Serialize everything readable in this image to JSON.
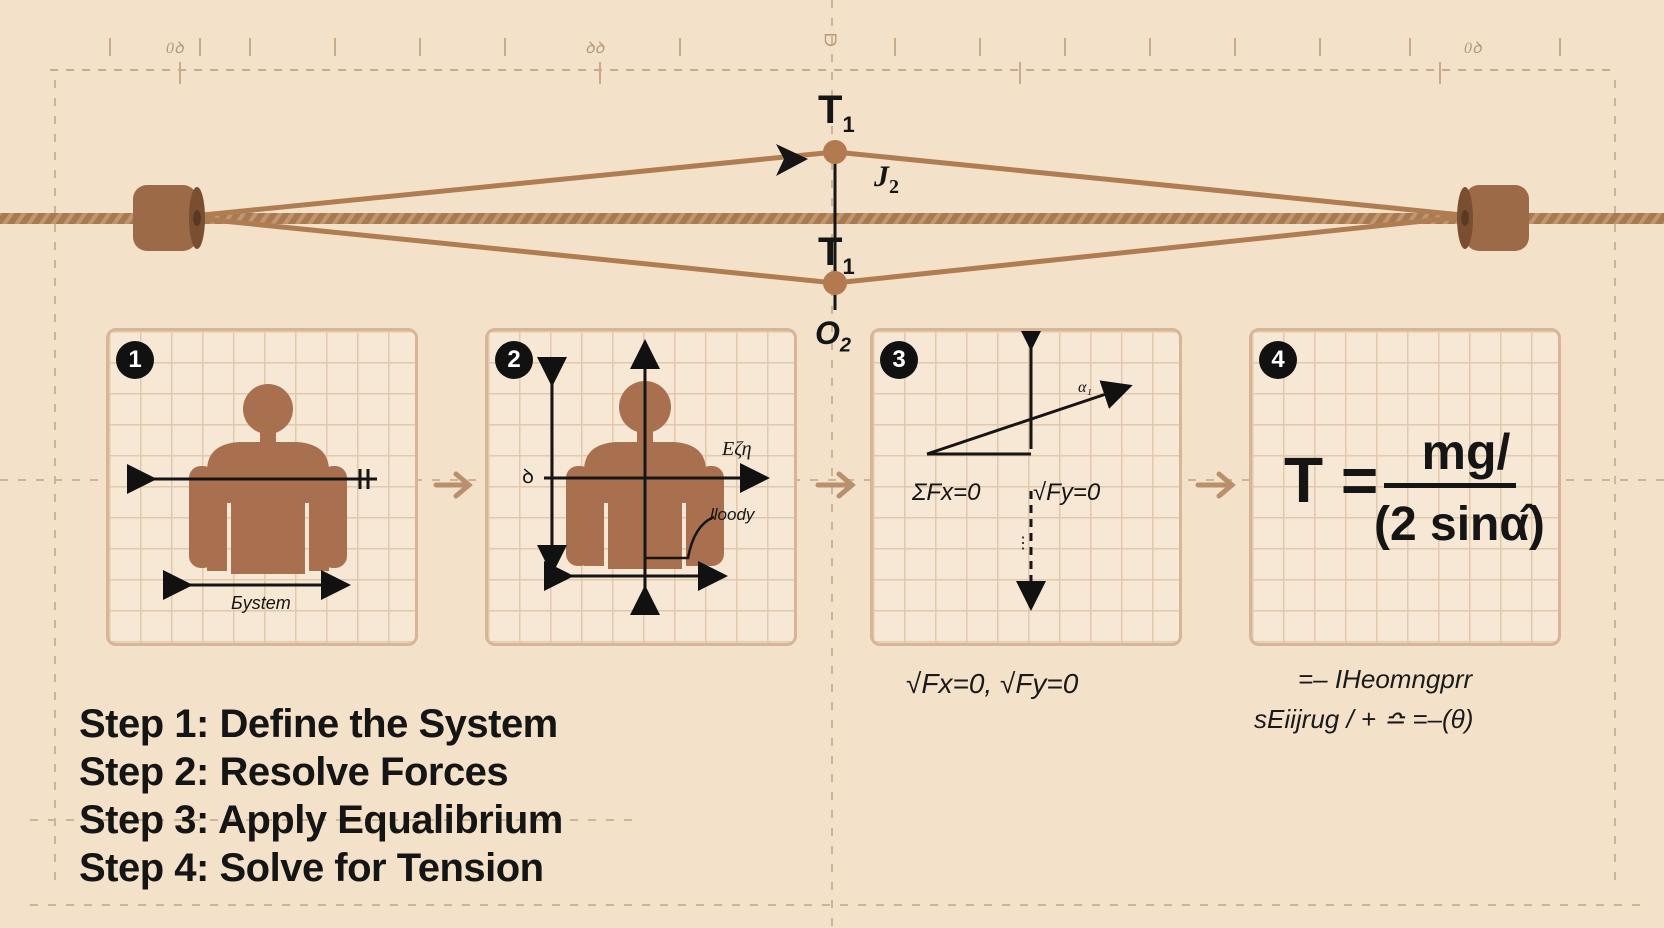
{
  "ruler": {
    "labels": [
      "0ꝺ",
      "ꝺꝺ",
      "ᗜ",
      "0ꝺ"
    ]
  },
  "rope_diagram": {
    "label_t1_top": "T",
    "label_t1_top_sub": "1",
    "label_t2": "J",
    "label_t2_sub": "2",
    "label_t1_bottom": "T",
    "label_t1_bottom_sub": "1",
    "label_o2": "O",
    "label_o2_sub": "2"
  },
  "panels": [
    {
      "number": "1",
      "label": "Бystem"
    },
    {
      "number": "2",
      "label_left": "ꝺ",
      "label_right": "Eζη",
      "label_body": "lloody"
    },
    {
      "number": "3",
      "vector_label": "α₁",
      "eq_x": "ΣFx=0",
      "eq_y": "√Fy=0",
      "mark": "⋮"
    },
    {
      "number": "4",
      "lhs": "T =",
      "numerator": "mg/",
      "denominator": "(2 sinα̂)"
    }
  ],
  "captions": {
    "panel3": "√Fx=0, √Fy=0",
    "panel4_line1": "=– IHeomngprr",
    "panel4_line2": "sΕiijrug / + ≏ =–(θ)"
  },
  "steps": [
    "Step 1: Define the System",
    "Step 2: Resolve Forces",
    "Step 3: Apply Equalibrium",
    "Step 4: Solve for Tension"
  ],
  "colors": {
    "background": "#f3e2c9",
    "rope": "#a87a52",
    "body": "#a8704f",
    "bead": "#b27a4e",
    "ink": "#151515",
    "panel_border": "#d7b596",
    "arrow": "#b9906d"
  }
}
